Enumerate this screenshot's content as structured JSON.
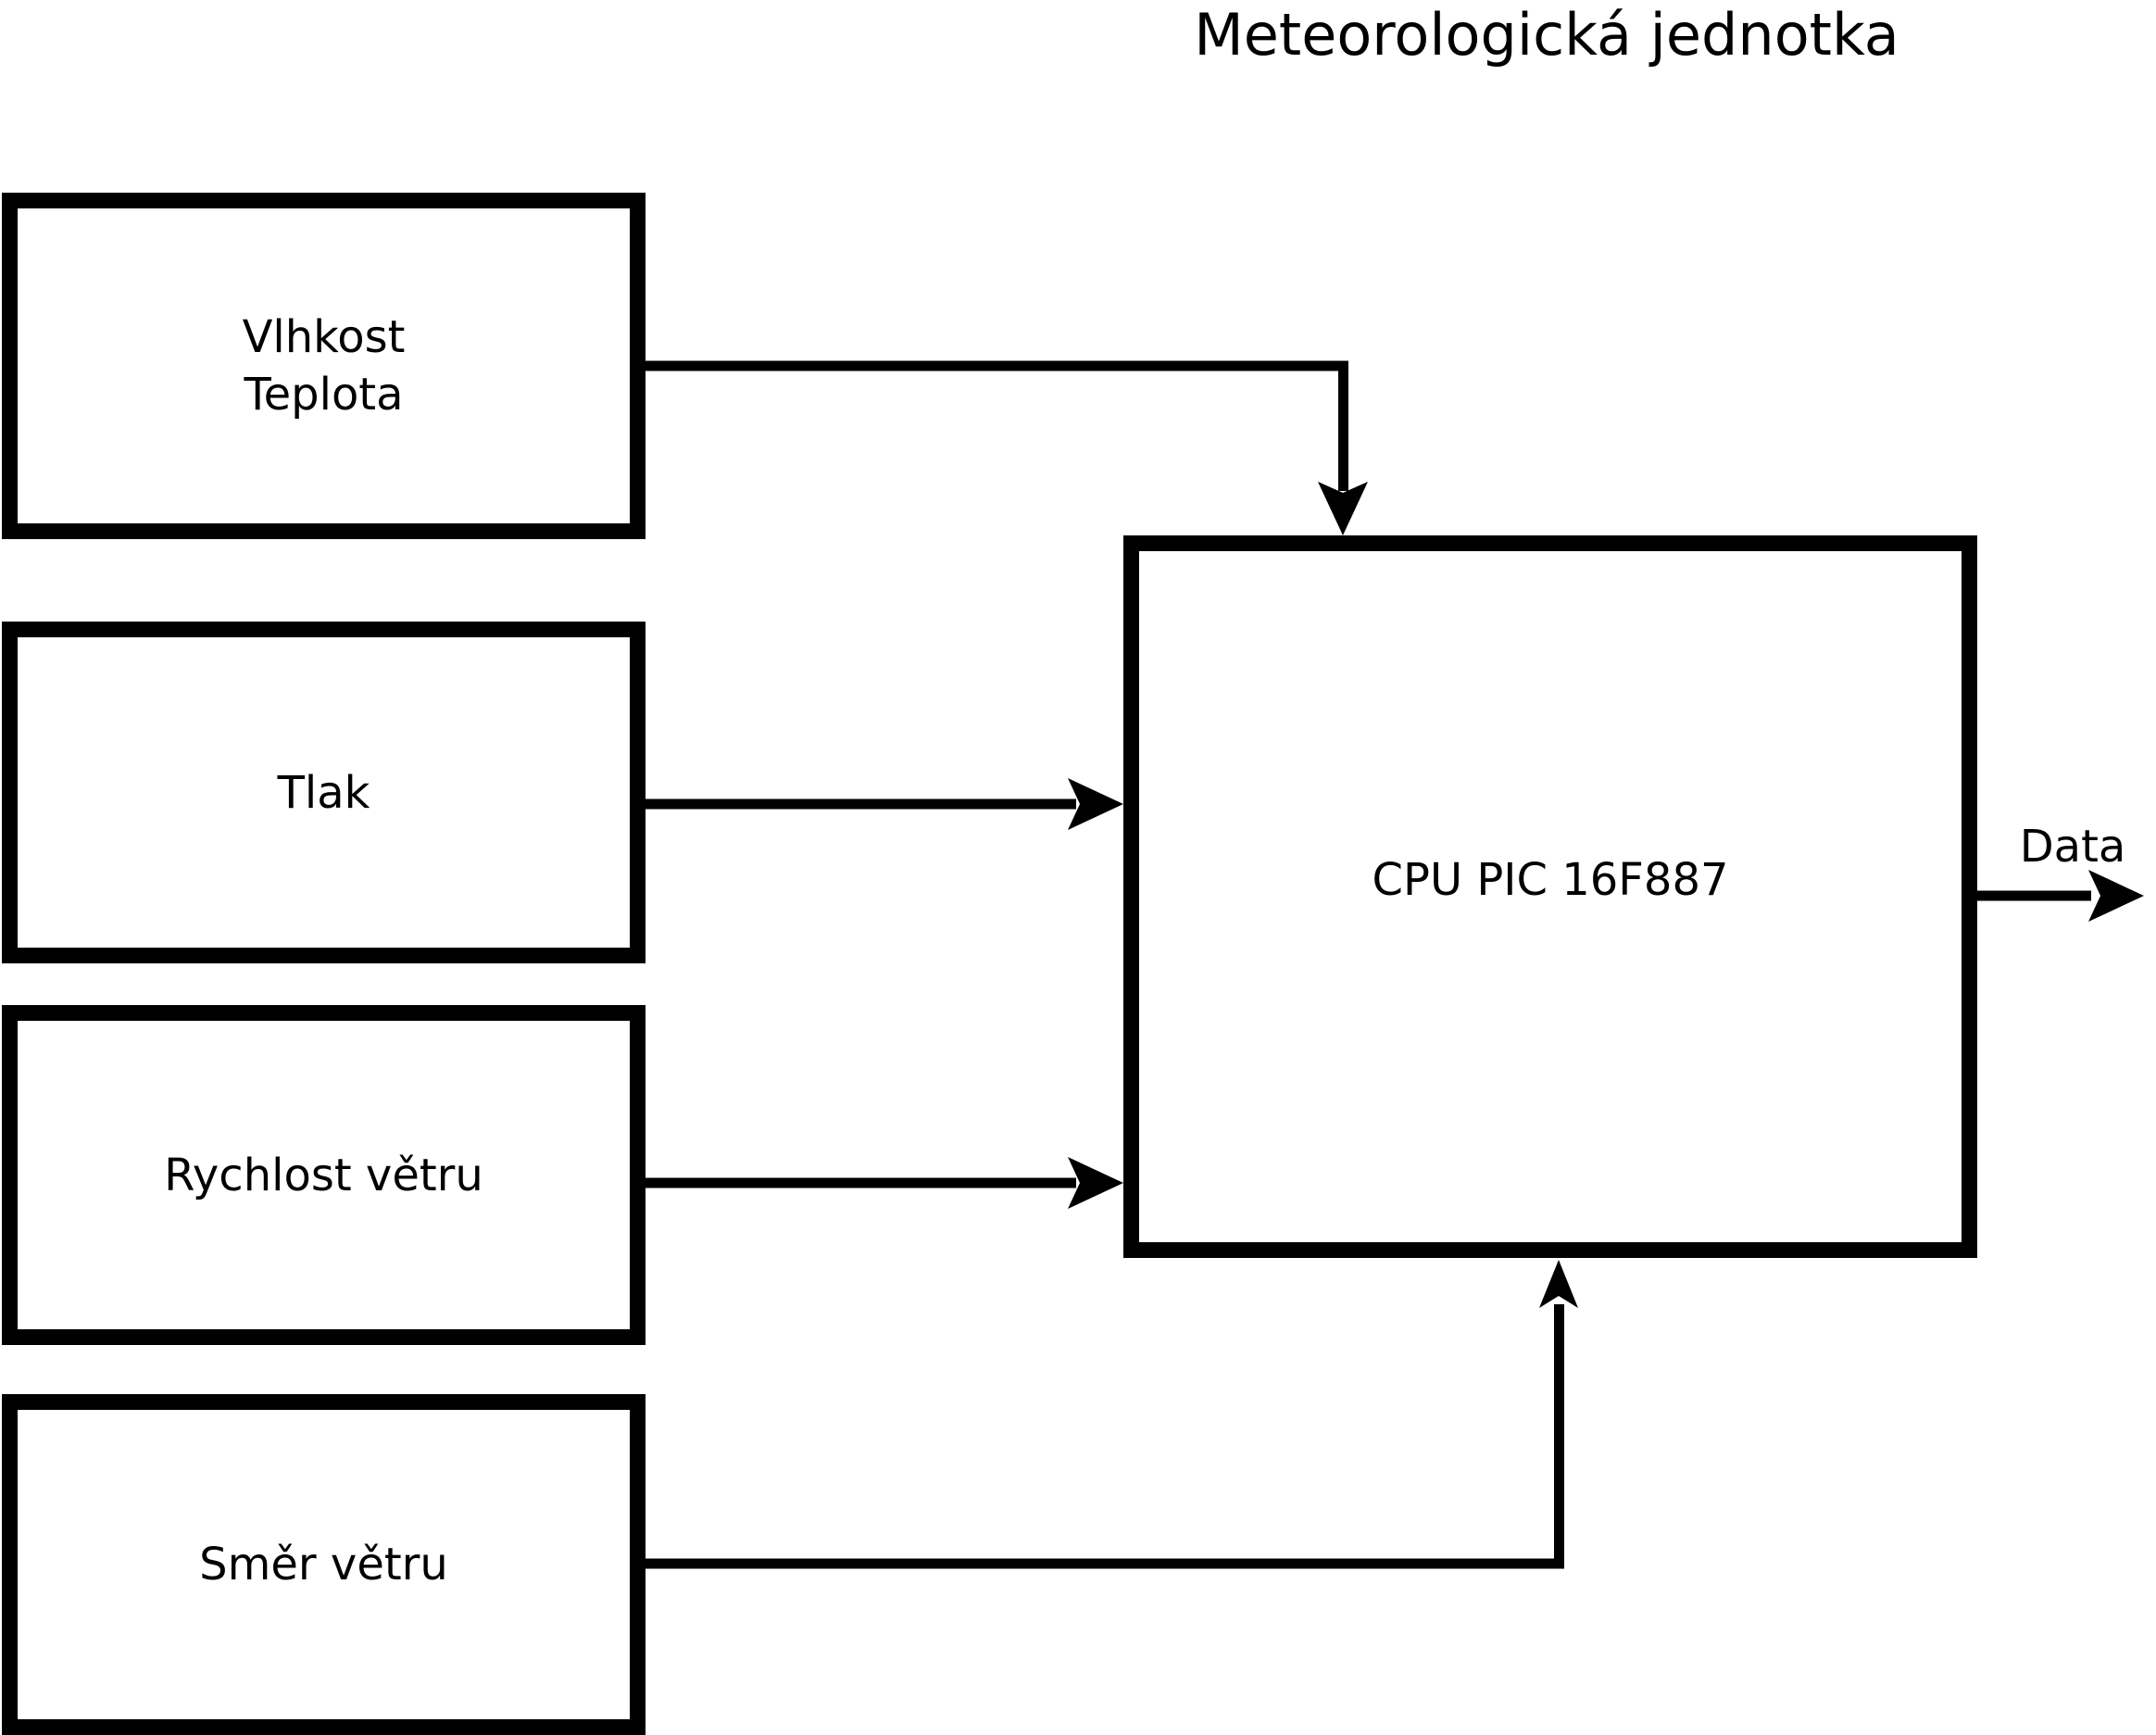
{
  "title": "Meteorologická jednotka",
  "boxes": {
    "humidity_temperature": {
      "line1": "Vlhkost",
      "line2": "Teplota"
    },
    "pressure": {
      "label": "Tlak"
    },
    "wind_speed": {
      "label": "Rychlost větru"
    },
    "wind_direction": {
      "label": "Směr větru"
    },
    "cpu": {
      "label": "CPU PIC 16F887"
    }
  },
  "output": {
    "label": "Data"
  },
  "colors": {
    "foreground": "#000000",
    "background": "#ffffff"
  }
}
